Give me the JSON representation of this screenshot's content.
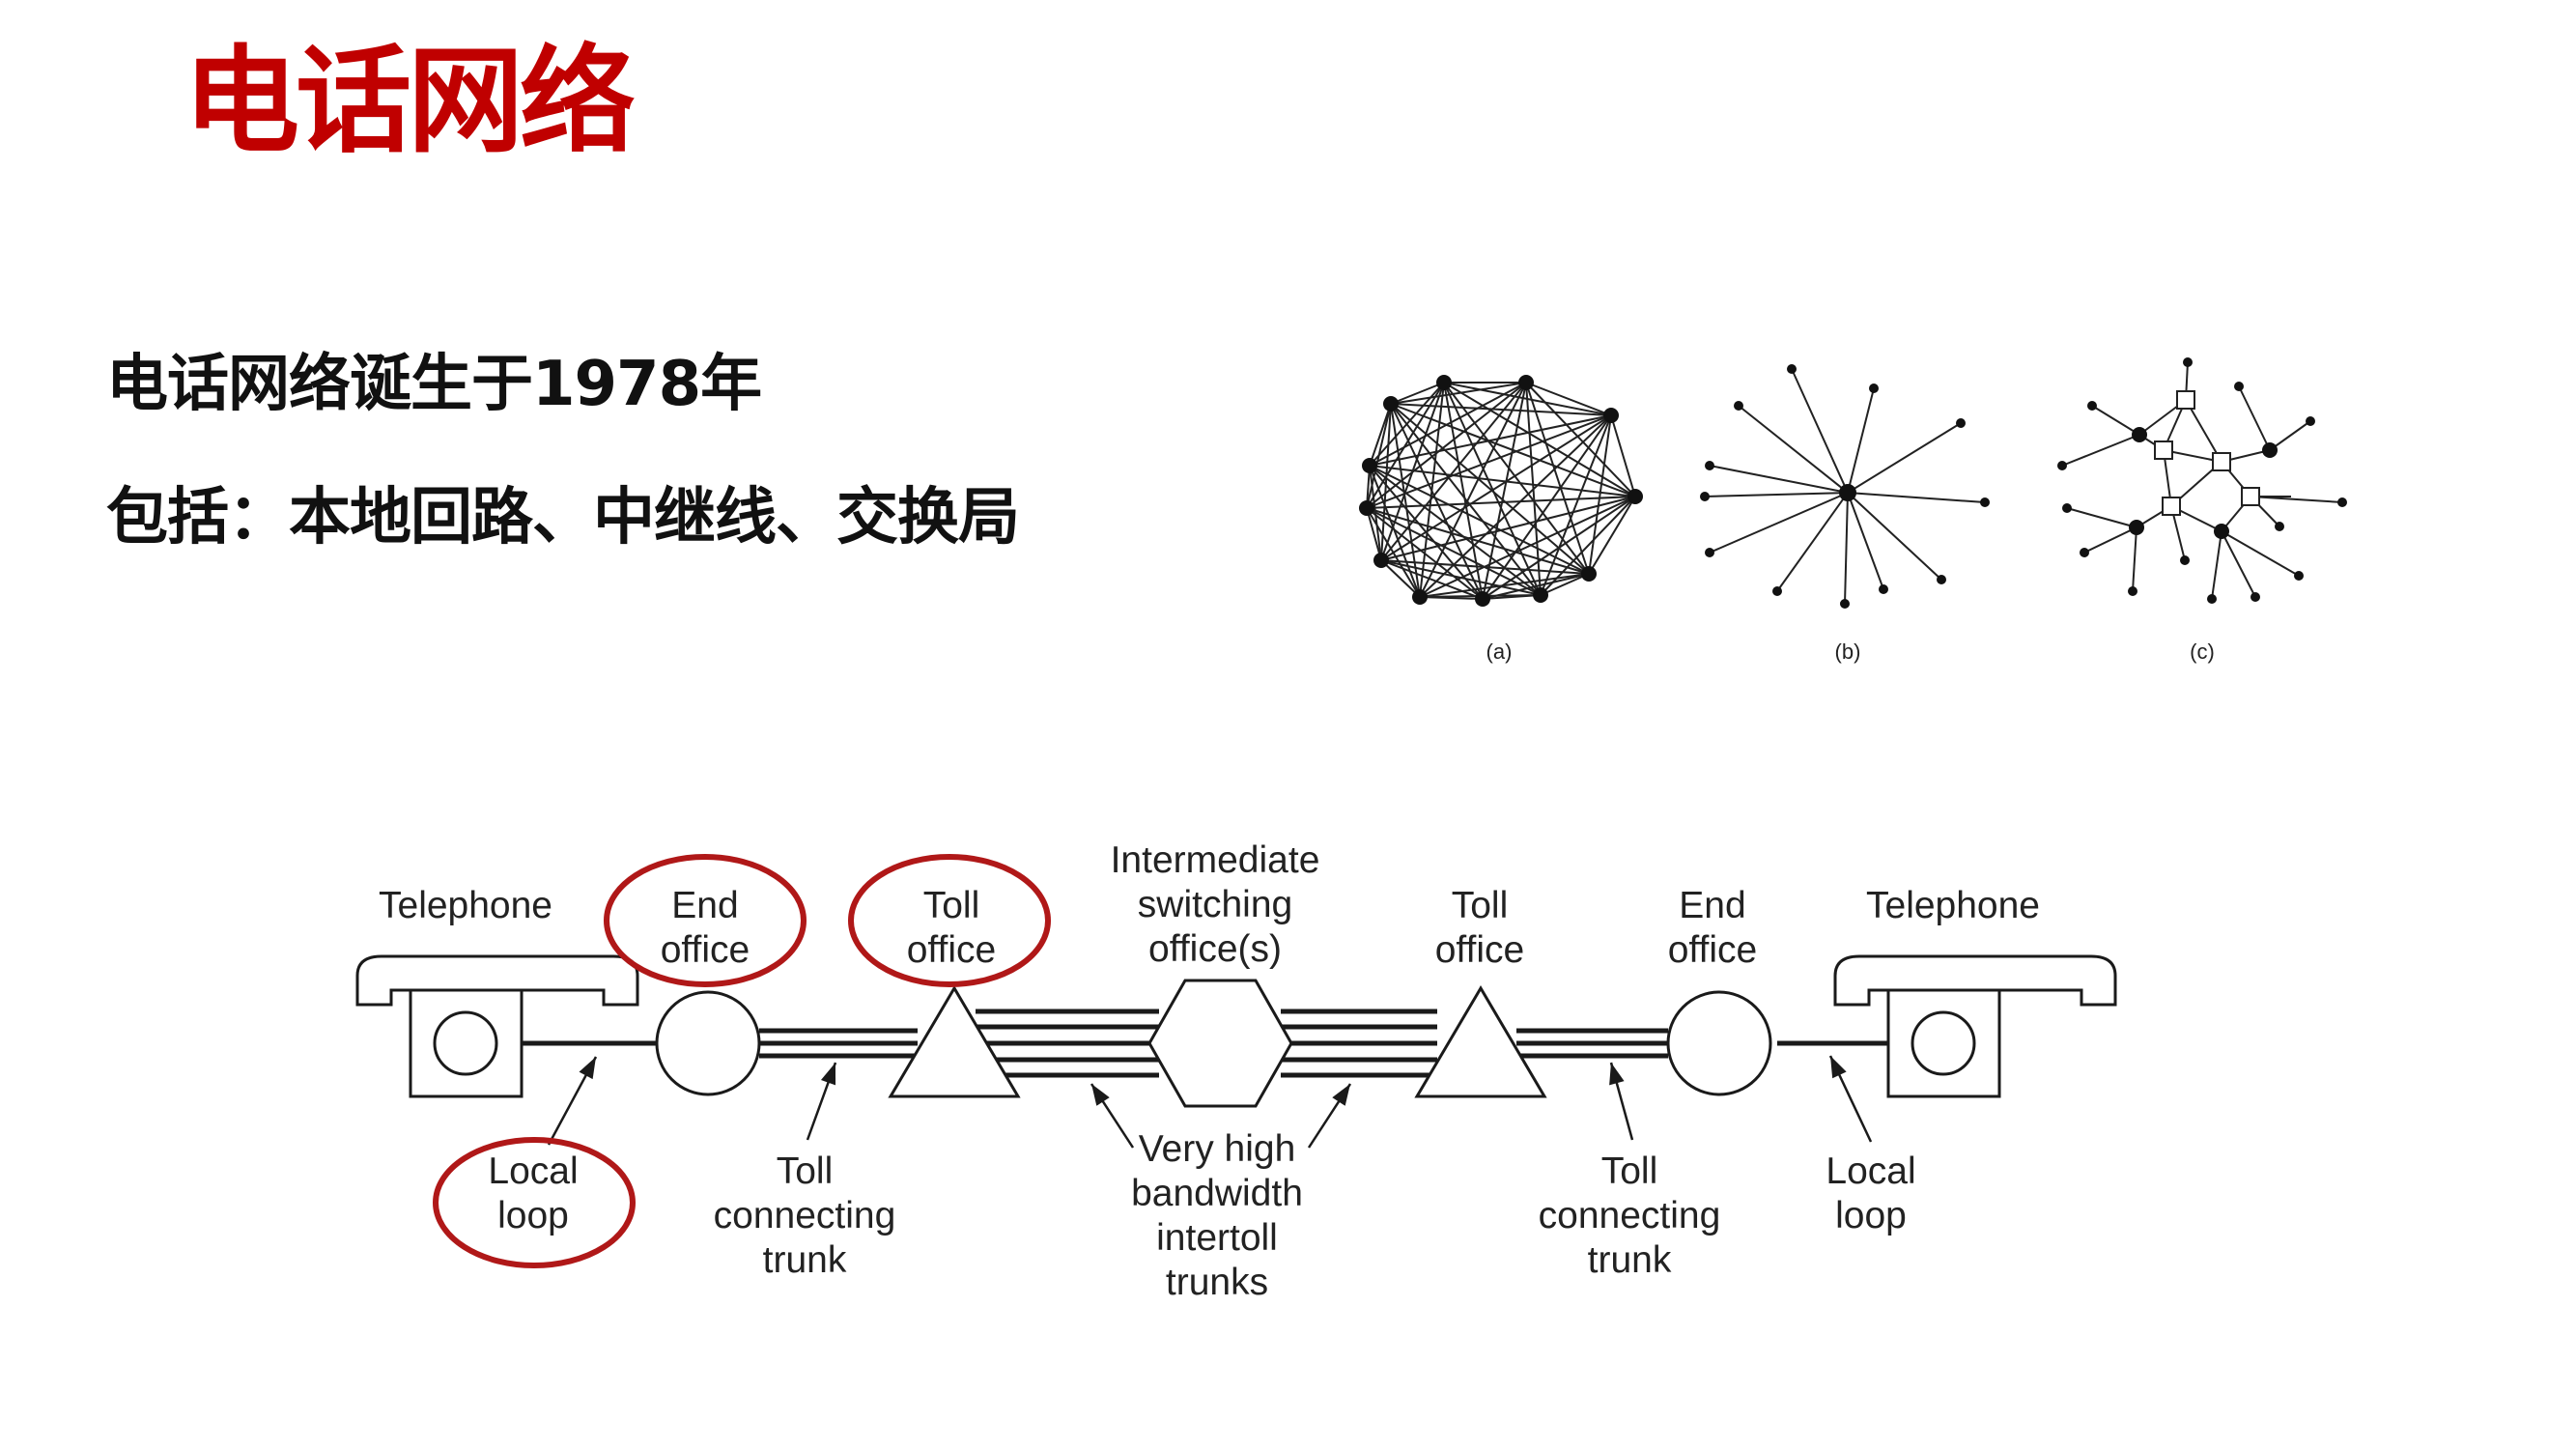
{
  "slide": {
    "title": "电话网络",
    "bullets": [
      "电话网络诞生于1978年",
      "包括：本地回路、中继线、交换局"
    ]
  },
  "topologies": {
    "captions": [
      "(a)",
      "(b)",
      "(c)"
    ]
  },
  "hierarchy": {
    "labels": {
      "telephone_left": [
        "Telephone"
      ],
      "end_office_left": [
        "End",
        "office"
      ],
      "toll_office_left": [
        "Toll",
        "office"
      ],
      "intermediate": [
        "Intermediate",
        "switching",
        "office(s)"
      ],
      "toll_office_right": [
        "Toll",
        "office"
      ],
      "end_office_right": [
        "End",
        "office"
      ],
      "telephone_right": [
        "Telephone"
      ],
      "local_loop_left": [
        "Local",
        "loop"
      ],
      "toll_trunk_left": [
        "Toll",
        "connecting",
        "trunk"
      ],
      "intertoll": [
        "Very high",
        "bandwidth",
        "intertoll",
        "trunks"
      ],
      "toll_trunk_right": [
        "Toll",
        "connecting",
        "trunk"
      ],
      "local_loop_right": [
        "Local",
        "loop"
      ]
    },
    "highlight_color": "#b01818"
  }
}
